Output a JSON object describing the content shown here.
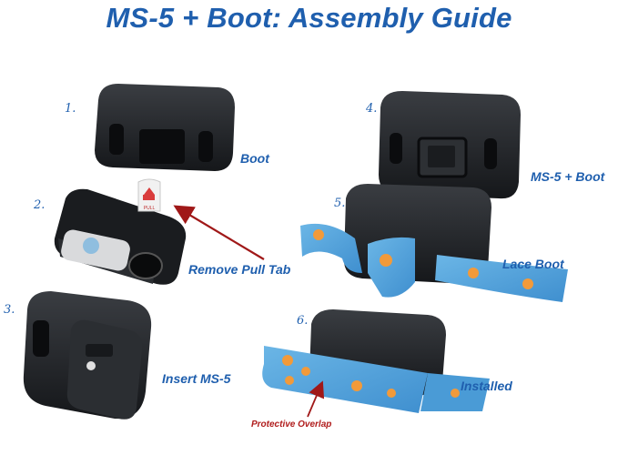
{
  "title": "MS-5 + Boot:  Assembly Guide",
  "steps": [
    {
      "num": "1.",
      "label": "Boot"
    },
    {
      "num": "2.",
      "label": "Remove Pull Tab"
    },
    {
      "num": "3.",
      "label": "Insert MS-5"
    },
    {
      "num": "4.",
      "label": "MS-5 + Boot"
    },
    {
      "num": "5.",
      "label": "Lace Boot"
    },
    {
      "num": "6.",
      "label": "Installed"
    }
  ],
  "pull_tab_text": "PULL",
  "protective_overlap": "Protective Overlap",
  "colors": {
    "title": "#1f5fae",
    "arrow": "#a01818",
    "boot": "#1d1f22",
    "strap": "#5aa6dc",
    "strap_dots": "#f29a3a"
  }
}
